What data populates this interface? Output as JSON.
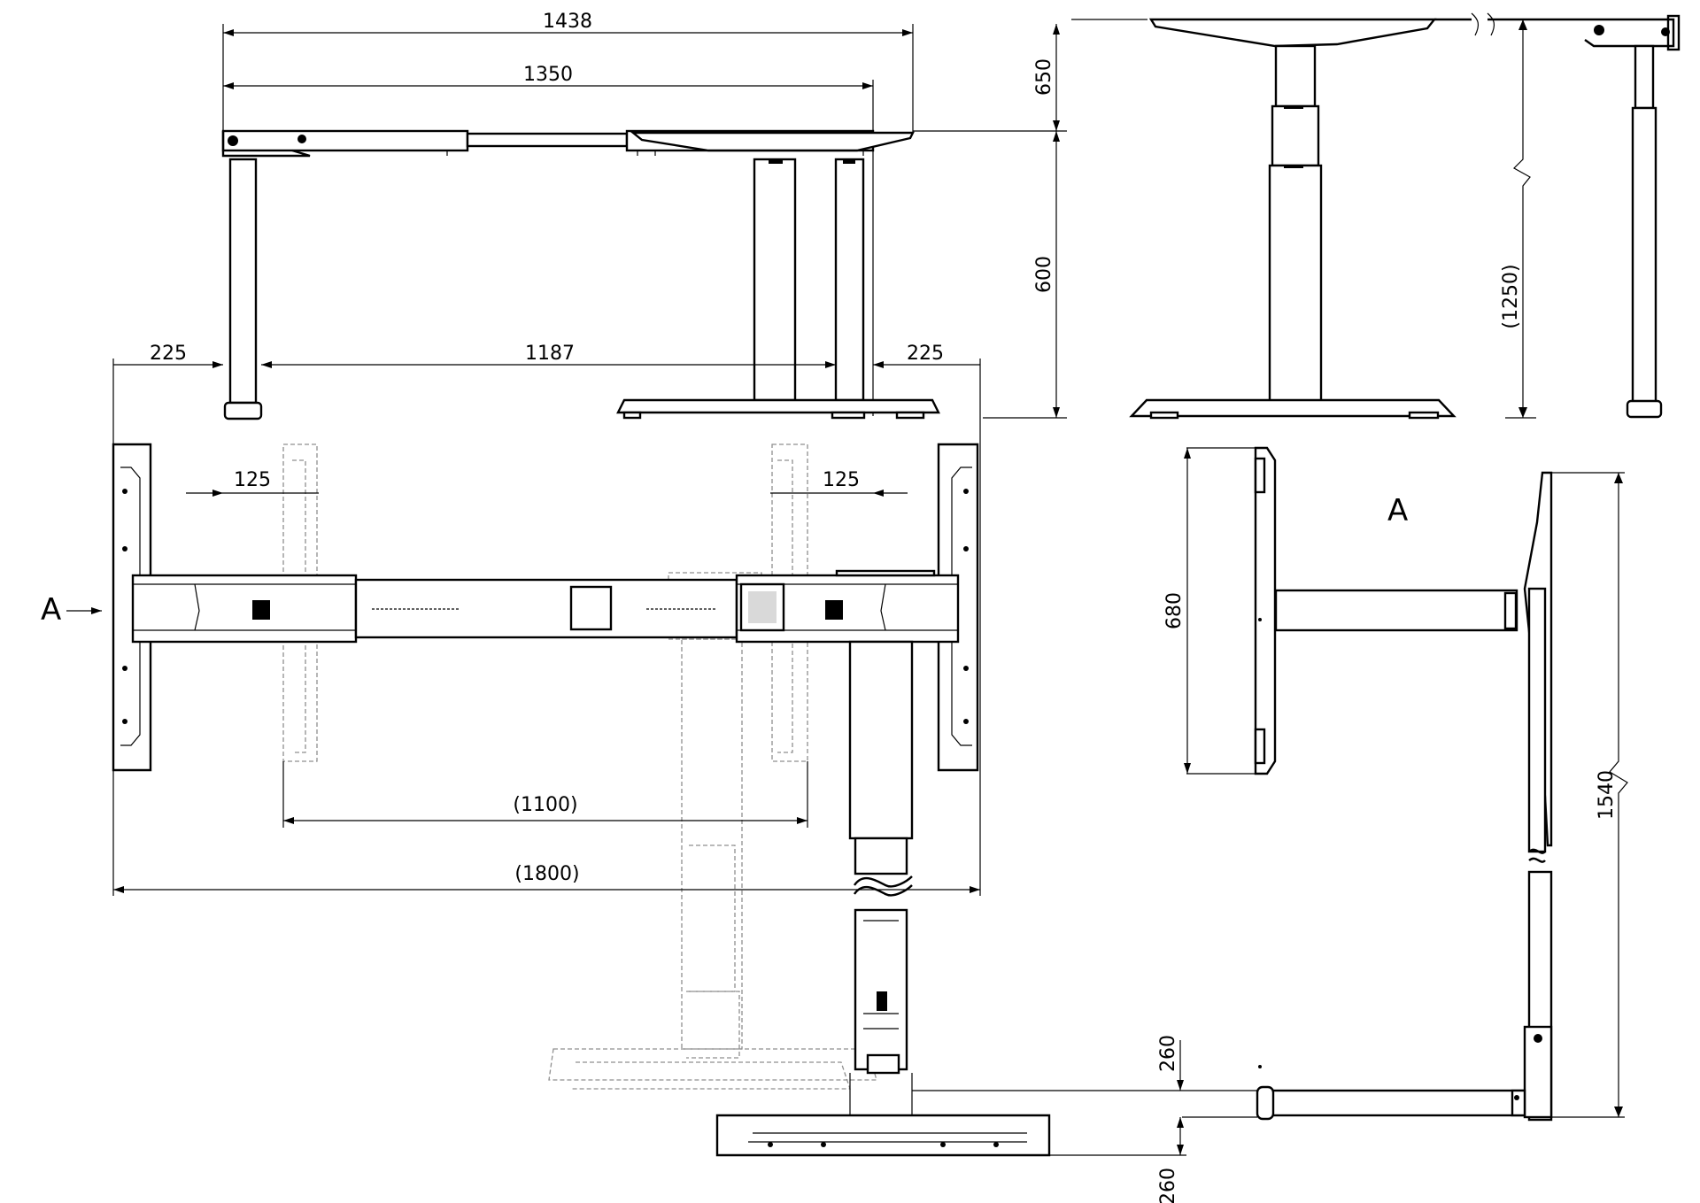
{
  "dimensions": {
    "frame_overall_width": "1438",
    "frame_width_between_rails": "1350",
    "leg_offset_left": "225",
    "leg_offset_right": "225",
    "frame_inner_span": "1187",
    "frame_depth_top": "650",
    "leg_height": "600",
    "height_range": "(1250)",
    "foot_offset_left": "125",
    "foot_offset_right": "125",
    "min_width": "(1100)",
    "max_width": "(1800)",
    "foot_length": "680",
    "extension_length": "1540",
    "foot_spacing_upper": "260",
    "foot_spacing_lower": "260"
  },
  "view_labels": {
    "side_view_title": "A",
    "arrow_label": "A"
  }
}
